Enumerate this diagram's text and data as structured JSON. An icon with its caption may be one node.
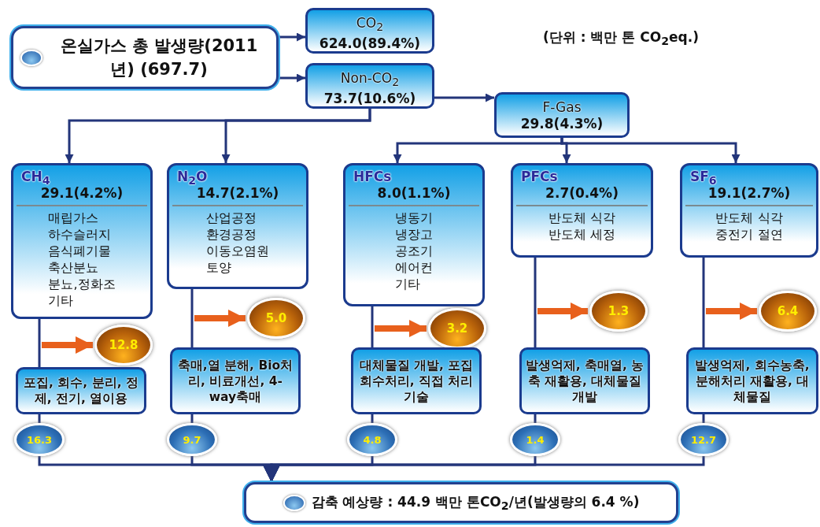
{
  "diagram": {
    "nodes": [
      {
        "text": [
          "온실가스 총 발생량(2011년) (697.7)"
        ]
      },
      {
        "text": [
          "CO$_{2}$",
          "624.0(89.4%)"
        ]
      },
      {
        "text": [
          "Non-CO$_{2}$",
          "73.7(10.6%)"
        ]
      },
      {
        "text": [
          "F-Gas",
          "29.8(4.3%)"
        ]
      },
      {
        "text": [
          "CH$_{4}$",
          "29.1(4.2%)",
          "매립가스",
          "하수슬러지",
          "음식폐기물",
          "축산분뇨",
          "분뇨,정화조",
          "기타"
        ]
      },
      {
        "text": [
          "N$_{2}$O",
          "14.7(2.1%)",
          "산업공정",
          "환경공정",
          "이동오염원",
          "토양"
        ]
      },
      {
        "text": [
          "HFCs",
          "8.0(1.1%)",
          "냉동기",
          "냉장고",
          "공조기",
          "에어컨",
          "기타"
        ]
      },
      {
        "text": [
          "PFCs",
          "2.7(0.4%)",
          "반도체 식각",
          "반도체 세정"
        ]
      },
      {
        "text": [
          "SF$_{6}$",
          "19.1(2.7%)",
          "반도체 식각",
          "중전기 절연"
        ]
      },
      {
        "text": [
          "12.8"
        ]
      },
      {
        "text": [
          "5.0"
        ]
      },
      {
        "text": [
          "3.2"
        ]
      },
      {
        "text": [
          "1.3"
        ]
      },
      {
        "text": [
          "6.4"
        ]
      },
      {
        "text": [
          "포집, 회수, 분리, 정제, 전기, 열이용"
        ]
      },
      {
        "text": [
          "축매,열 분해, Bio처리, 비료개선, 4-way축매"
        ]
      },
      {
        "text": [
          "대체물질 개발, 포집 회수처리, 직접 처리기술"
        ]
      },
      {
        "text": [
          "발생억제, 축매열, 농축 재활용, 대체물질 개발"
        ]
      },
      {
        "text": [
          "발생억제, 회수농축, 분해처리 재활용, 대체물질"
        ]
      },
      {
        "text": [
          "16.3"
        ]
      },
      {
        "text": [
          "9.7"
        ]
      },
      {
        "text": [
          "4.8"
        ]
      },
      {
        "text": [
          "1.4"
        ]
      },
      {
        "text": [
          "12.7"
        ]
      },
      {
        "text": [
          "감축 예상량 : 44.9 백만 톤CO$_{2}$/년(발생량의 6.4 %)"
        ]
      }
    ],
    "edges": [
      {
        "from": 0,
        "to": 1,
        "arrow": "to"
      },
      {
        "from": 0,
        "to": 2,
        "arrow": "to"
      },
      {
        "from": 2,
        "to": 3,
        "arrow": "to"
      },
      {
        "from": 2,
        "to": 4,
        "arrow": "to"
      },
      {
        "from": 2,
        "to": 5,
        "arrow": "to"
      },
      {
        "from": 3,
        "to": 6,
        "arrow": "to"
      },
      {
        "from": 3,
        "to": 7,
        "arrow": "to"
      },
      {
        "from": 3,
        "to": 8,
        "arrow": "to"
      },
      {
        "from": 4,
        "to": 14,
        "arrow": "none"
      },
      {
        "from": 5,
        "to": 15,
        "arrow": "none"
      },
      {
        "from": 6,
        "to": 16,
        "arrow": "none"
      },
      {
        "from": 7,
        "to": 17,
        "arrow": "none"
      },
      {
        "from": 8,
        "to": 18,
        "arrow": "none"
      },
      {
        "from": 14,
        "to": 19,
        "arrow": "none"
      },
      {
        "from": 15,
        "to": 20,
        "arrow": "none"
      },
      {
        "from": 16,
        "to": 21,
        "arrow": "none"
      },
      {
        "from": 17,
        "to": 22,
        "arrow": "none"
      },
      {
        "from": 18,
        "to": 23,
        "arrow": "none"
      },
      {
        "from": null,
        "to": 9,
        "arrow": "to",
        "style": "thick",
        "color": "#e8601c"
      },
      {
        "from": null,
        "to": 10,
        "arrow": "to",
        "style": "thick",
        "color": "#e8601c"
      },
      {
        "from": null,
        "to": 11,
        "arrow": "to",
        "style": "thick",
        "color": "#e8601c"
      },
      {
        "from": null,
        "to": 12,
        "arrow": "to",
        "style": "thick",
        "color": "#e8601c"
      },
      {
        "from": null,
        "to": 13,
        "arrow": "to",
        "style": "thick",
        "color": "#e8601c"
      },
      {
        "from": 19,
        "to": 24,
        "arrow": "to"
      },
      {
        "from": 20,
        "to": 24,
        "arrow": "to"
      },
      {
        "from": 21,
        "to": 24,
        "arrow": "to"
      },
      {
        "from": 22,
        "to": 24,
        "arrow": "to"
      },
      {
        "from": 23,
        "to": 24,
        "arrow": "to"
      }
    ],
    "labels": [
      "(단위 : 백만 톤 CO$_{2}$eq.)"
    ]
  }
}
